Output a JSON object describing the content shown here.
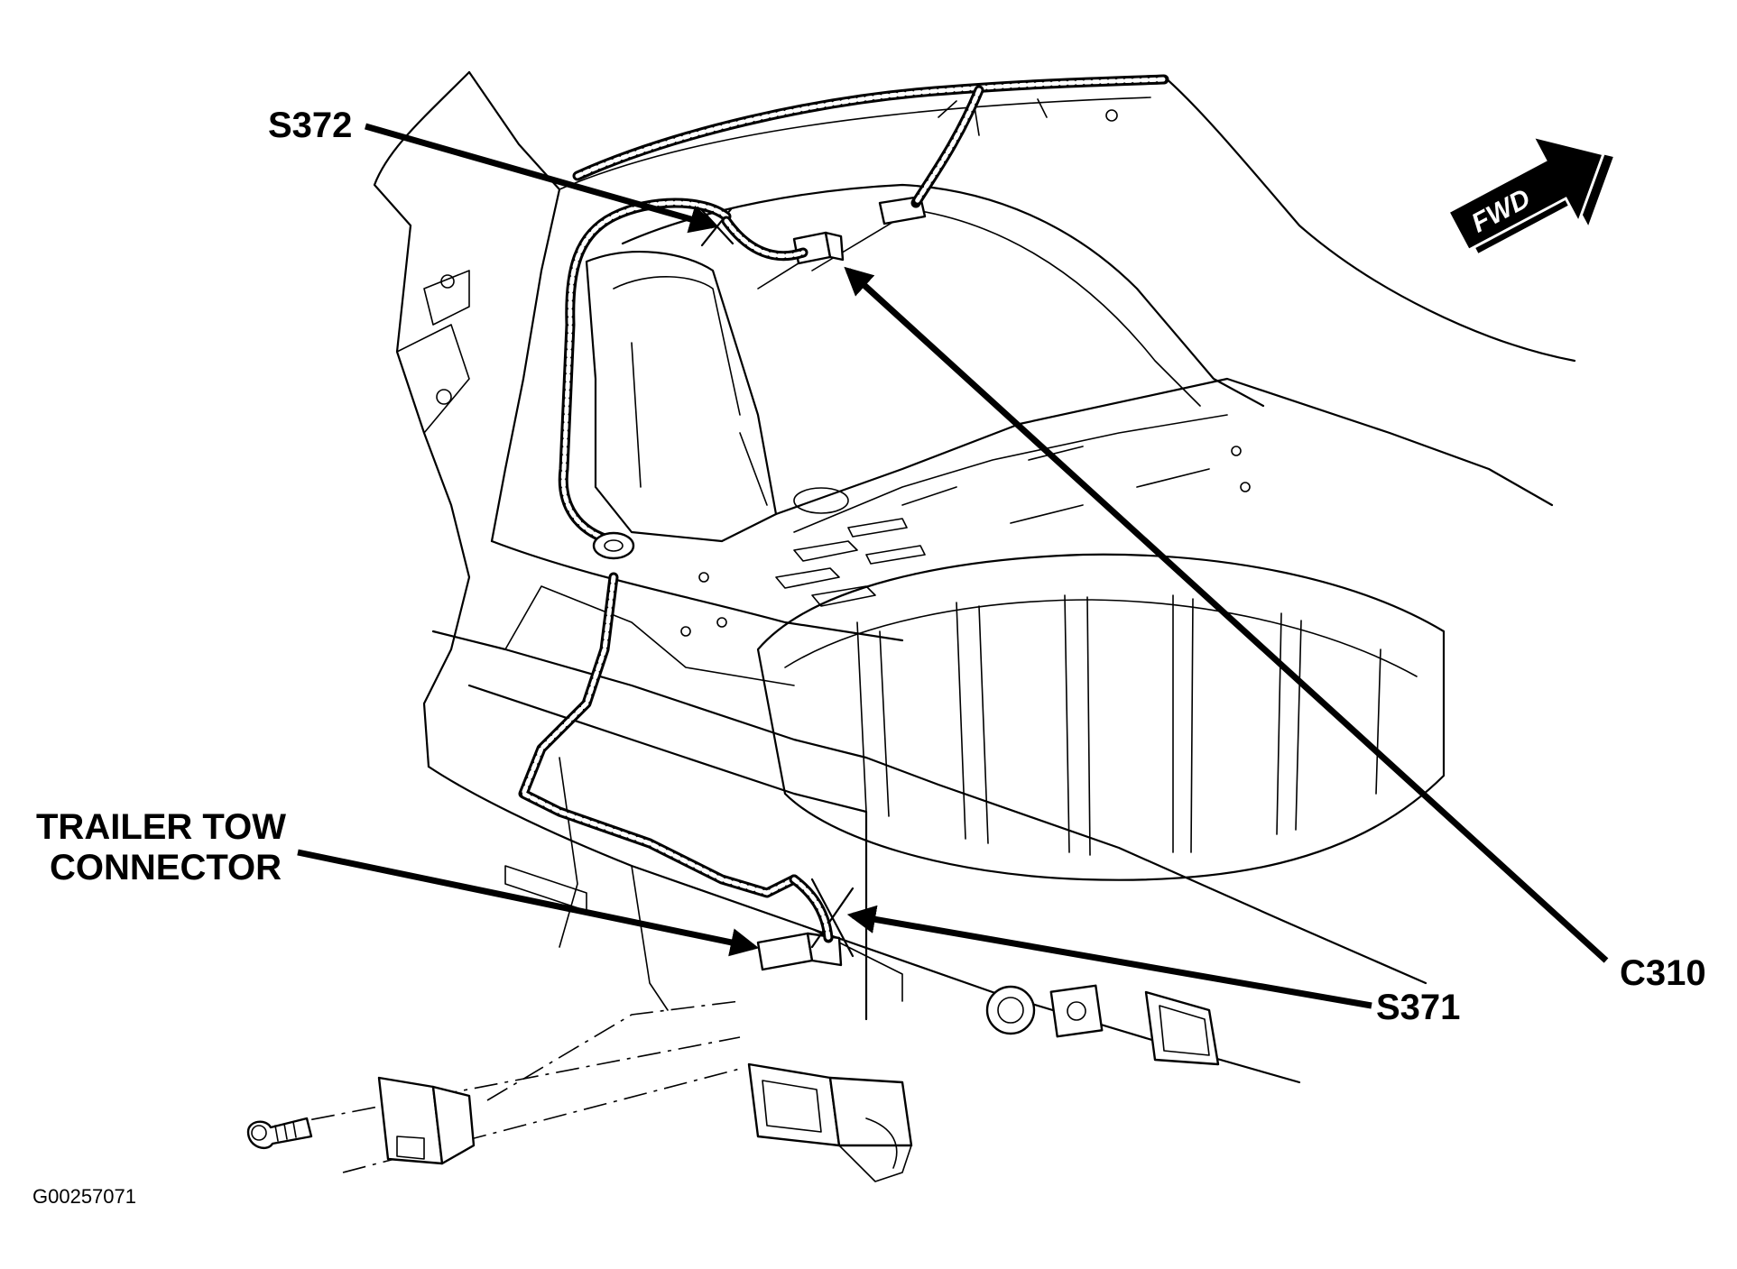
{
  "callouts": {
    "s372": "S372",
    "c310": "C310",
    "s371": "S371",
    "trailer_tow_line1": "TRAILER TOW",
    "trailer_tow_line2": "CONNECTOR"
  },
  "direction_indicator": "FWD",
  "figure_id": "G00257071"
}
